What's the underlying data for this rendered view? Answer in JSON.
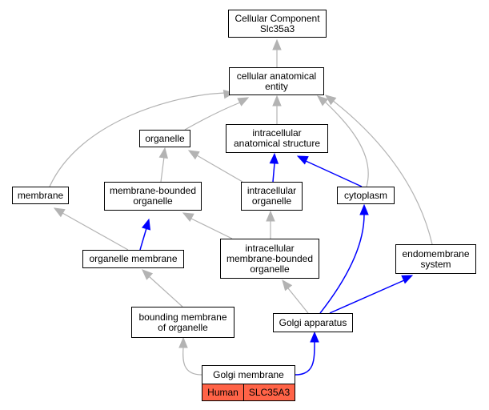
{
  "colors": {
    "is_a_edge": "#b3b3b3",
    "part_of_edge": "#0000ff",
    "annotation_fill": "#ff6347"
  },
  "nodes": {
    "root": {
      "line1": "Cellular Component",
      "line2": "Slc35a3"
    },
    "cae": {
      "line1": "cellular anatomical",
      "line2": "entity"
    },
    "organelle": {
      "line1": "organelle"
    },
    "ias": {
      "line1": "intracellular",
      "line2": "anatomical structure"
    },
    "membrane": {
      "line1": "membrane"
    },
    "mbo": {
      "line1": "membrane-bounded",
      "line2": "organelle"
    },
    "io": {
      "line1": "intracellular",
      "line2": "organelle"
    },
    "cytoplasm": {
      "line1": "cytoplasm"
    },
    "om": {
      "line1": "organelle membrane"
    },
    "imbo": {
      "line1": "intracellular",
      "line2": "membrane-bounded",
      "line3": "organelle"
    },
    "endo": {
      "line1": "endomembrane",
      "line2": "system"
    },
    "bmo": {
      "line1": "bounding membrane",
      "line2": "of organelle"
    },
    "golgi": {
      "line1": "Golgi apparatus"
    },
    "gm": {
      "line1": "Golgi membrane"
    }
  },
  "annotation": {
    "species": "Human",
    "gene": "SLC35A3"
  }
}
